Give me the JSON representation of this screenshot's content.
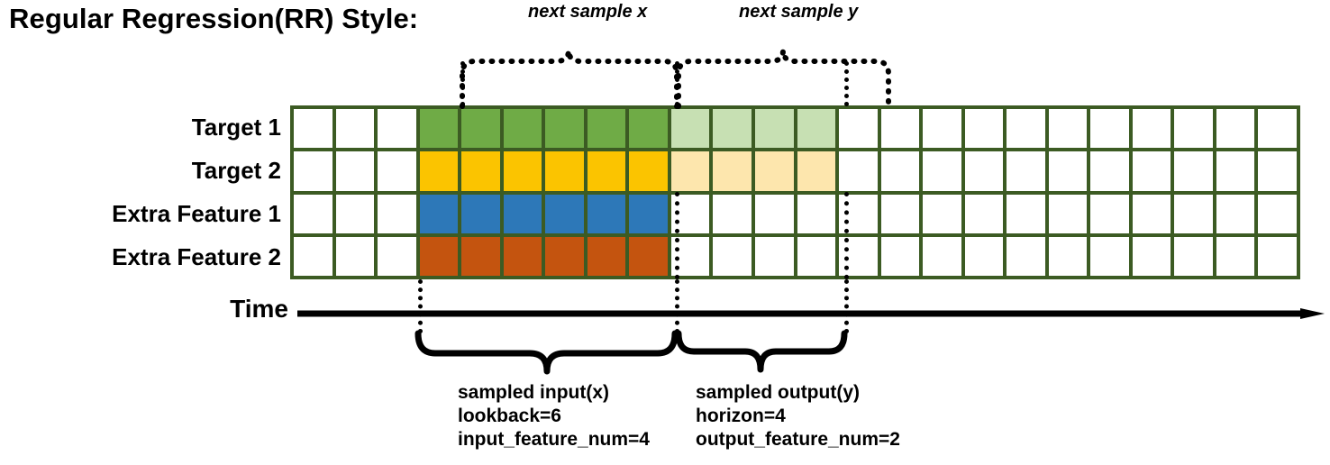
{
  "title": "Regular Regression(RR) Style:",
  "top_labels": {
    "next_sample_x": "next sample x",
    "next_sample_y": "next sample y"
  },
  "rows": [
    {
      "label": "Target 1",
      "series": "target",
      "index": 1
    },
    {
      "label": "Target 2",
      "series": "target",
      "index": 2
    },
    {
      "label": "Extra Feature 1",
      "series": "extra_feature",
      "index": 1
    },
    {
      "label": "Extra Feature 2",
      "series": "extra_feature",
      "index": 2
    }
  ],
  "time_axis": {
    "label": "Time"
  },
  "grid": {
    "total_columns": 24,
    "total_rows": 4,
    "lead_blank_columns": 3,
    "input_columns": 6,
    "output_columns": 4,
    "trailing_blank_columns": 11,
    "cell_colors": {
      "target_1_input": "#6fab46",
      "target_1_output": "#c7e0b3",
      "target_2_input": "#fbc400",
      "target_2_output": "#fde6ad",
      "extra_feature_1_input": "#2d78b8",
      "extra_feature_2_input": "#c4540f",
      "empty": "#ffffff",
      "gridline": "#3c5b23"
    }
  },
  "annotations": {
    "input": {
      "line1": "sampled input(x)",
      "line2": "lookback=6",
      "line3": "input_feature_num=4"
    },
    "output": {
      "line1": "sampled output(y)",
      "line2": "horizon=4",
      "line3": "output_feature_num=2"
    }
  }
}
